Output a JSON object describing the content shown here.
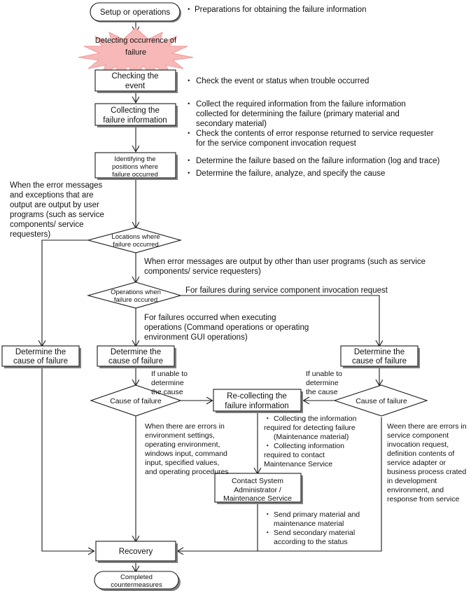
{
  "figure": {
    "type": "flowchart",
    "title": "Failure investigation and recovery flow",
    "colors": {
      "burst_fill": "#f7b8b8",
      "burst_stroke": "#f09a9a",
      "line": "#1a1a1a",
      "shadow": "#808080",
      "background": "#ffffff"
    }
  },
  "nodes": {
    "start": {
      "shape": "terminator",
      "label": "Setup or operations"
    },
    "burst": {
      "shape": "starburst",
      "line1": "Detecting occurrence of",
      "line2": "failure"
    },
    "checking_event": {
      "shape": "process",
      "line1": "Checking the",
      "line2": "event"
    },
    "collecting_info": {
      "shape": "process",
      "line1": "Collecting the",
      "line2": "failure information"
    },
    "identifying_positions": {
      "shape": "process",
      "line1": "Identifying the",
      "line2": "positions where",
      "line3": "failure occurred"
    },
    "locations_decision": {
      "shape": "decision",
      "line1": "Locations where",
      "line2": "failure occurred"
    },
    "operations_decision": {
      "shape": "decision",
      "line1": "Operations when",
      "line2": "failure occured"
    },
    "determine_left": {
      "shape": "process",
      "line1": "Determine the",
      "line2": "cause of failure"
    },
    "determine_middle": {
      "shape": "process",
      "line1": "Determine the",
      "line2": "cause of failure"
    },
    "determine_right": {
      "shape": "process",
      "line1": "Determine the",
      "line2": "cause of failure"
    },
    "cause_decision_middle": {
      "shape": "decision",
      "label": "Cause of failure"
    },
    "cause_decision_right": {
      "shape": "decision",
      "label": "Cause of failure"
    },
    "recollecting": {
      "shape": "process",
      "line1": "Re-collecting the",
      "line2": "failure information"
    },
    "contact_system": {
      "shape": "process",
      "line1": "Contact System",
      "line2": "Administrator /",
      "line3": "Maintenance Service"
    },
    "recovery": {
      "shape": "process",
      "label": "Recovery"
    },
    "end": {
      "shape": "terminator",
      "line1": "Completed",
      "line2": "countermeasures"
    }
  },
  "annotations": {
    "start_note": {
      "bullet": "・",
      "line1": "Preparations for obtaining the failure information"
    },
    "checking_note": {
      "bullet": "・",
      "line1": "Check the event or status when trouble occurred"
    },
    "collecting_note": {
      "bullet1": "・",
      "b1line1": "Collect the required information from the failure information",
      "b1line2": "collected for determining the failure (primary material and",
      "b1line3": "secondary material)",
      "bullet2": "・",
      "b2line1": "Check the contents of error response returned to service requester",
      "b2line2": "for the service component invocation request"
    },
    "identifying_note": {
      "bullet1": "・",
      "b1line1": "Determine the failure based on the failure information (log and trace)",
      "bullet2": "・",
      "b2line1": "Determine the failure, analyze, and specify the cause"
    },
    "left_branch_note": {
      "line1": "When the error messages",
      "line2": "and exceptions that are",
      "line3": "output are output by user",
      "line4": "programs (such as service",
      "line5": "components/ service",
      "line6": "requesters)"
    },
    "other_programs_note": {
      "line1": "When error messages are output by other than user programs (such as service",
      "line2": "components/ service requesters)"
    },
    "invocation_note": {
      "line1": "For failures during service component invocation request"
    },
    "executing_note": {
      "line1": "For failures occurred when executing",
      "line2": "operations (Command operations or operating",
      "line3": "environment GUI operations)"
    },
    "unable_middle": {
      "line1": "If unable to",
      "line2": "determine",
      "line3": "the cause"
    },
    "unable_right": {
      "line1": "If unable to",
      "line2": "determine",
      "line3": "the cause"
    },
    "env_errors_note": {
      "line1": "When there are errors in",
      "line2": "environment settings,",
      "line3": "operating environment,",
      "line4": "windows input, command",
      "line5": "input, specified values,",
      "line6": "and operating procedures"
    },
    "recollect_note": {
      "bullet1": "・",
      "b1line1": "Collecting the information",
      "b1line2": "required for detecting failure",
      "b1line3": "(Maintenance material)",
      "bullet2": "・",
      "b2line1": "Collecting information",
      "b2line2": "required to contact",
      "b2line3": "Maintenance Service"
    },
    "service_errors_note": {
      "line1": "Ween there are errors in",
      "line2": "service component",
      "line3": "invocation request,",
      "line4": "definition contents of",
      "line5": "service adapter or",
      "line6": "business process crated",
      "line7": "in development",
      "line8": "environment, and",
      "line9": "response from service"
    },
    "send_material_note": {
      "bullet1": "・",
      "b1line1": "Send primary material and",
      "b1line2": "maintenance material",
      "bullet2": "・",
      "b2line1": "Send secondary material",
      "b2line2": "according to the status"
    }
  }
}
